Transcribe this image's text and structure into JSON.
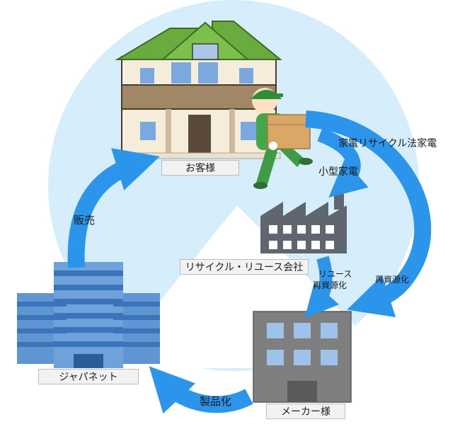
{
  "nodes": {
    "customer": "お客様",
    "recycler": "リサイクル・リユース会社",
    "maker": "メーカー様",
    "japanet": "ジャパネット"
  },
  "flows": {
    "appliance_recycling_law": "家電リサイクル法家電",
    "small_appliance": "小型家電",
    "reuse_line1": "リユース",
    "reuse_line2": "再資源化",
    "recycling": "再資源化",
    "manufacturing": "製品化",
    "sales": "販売"
  },
  "colors": {
    "arrow": "#2b95ec",
    "background_circle": "#d6eefb",
    "roof": "#6aab3e",
    "factory": "#5f6670",
    "office": "#7f7f7f",
    "japanet_building": "#5f95d2"
  }
}
